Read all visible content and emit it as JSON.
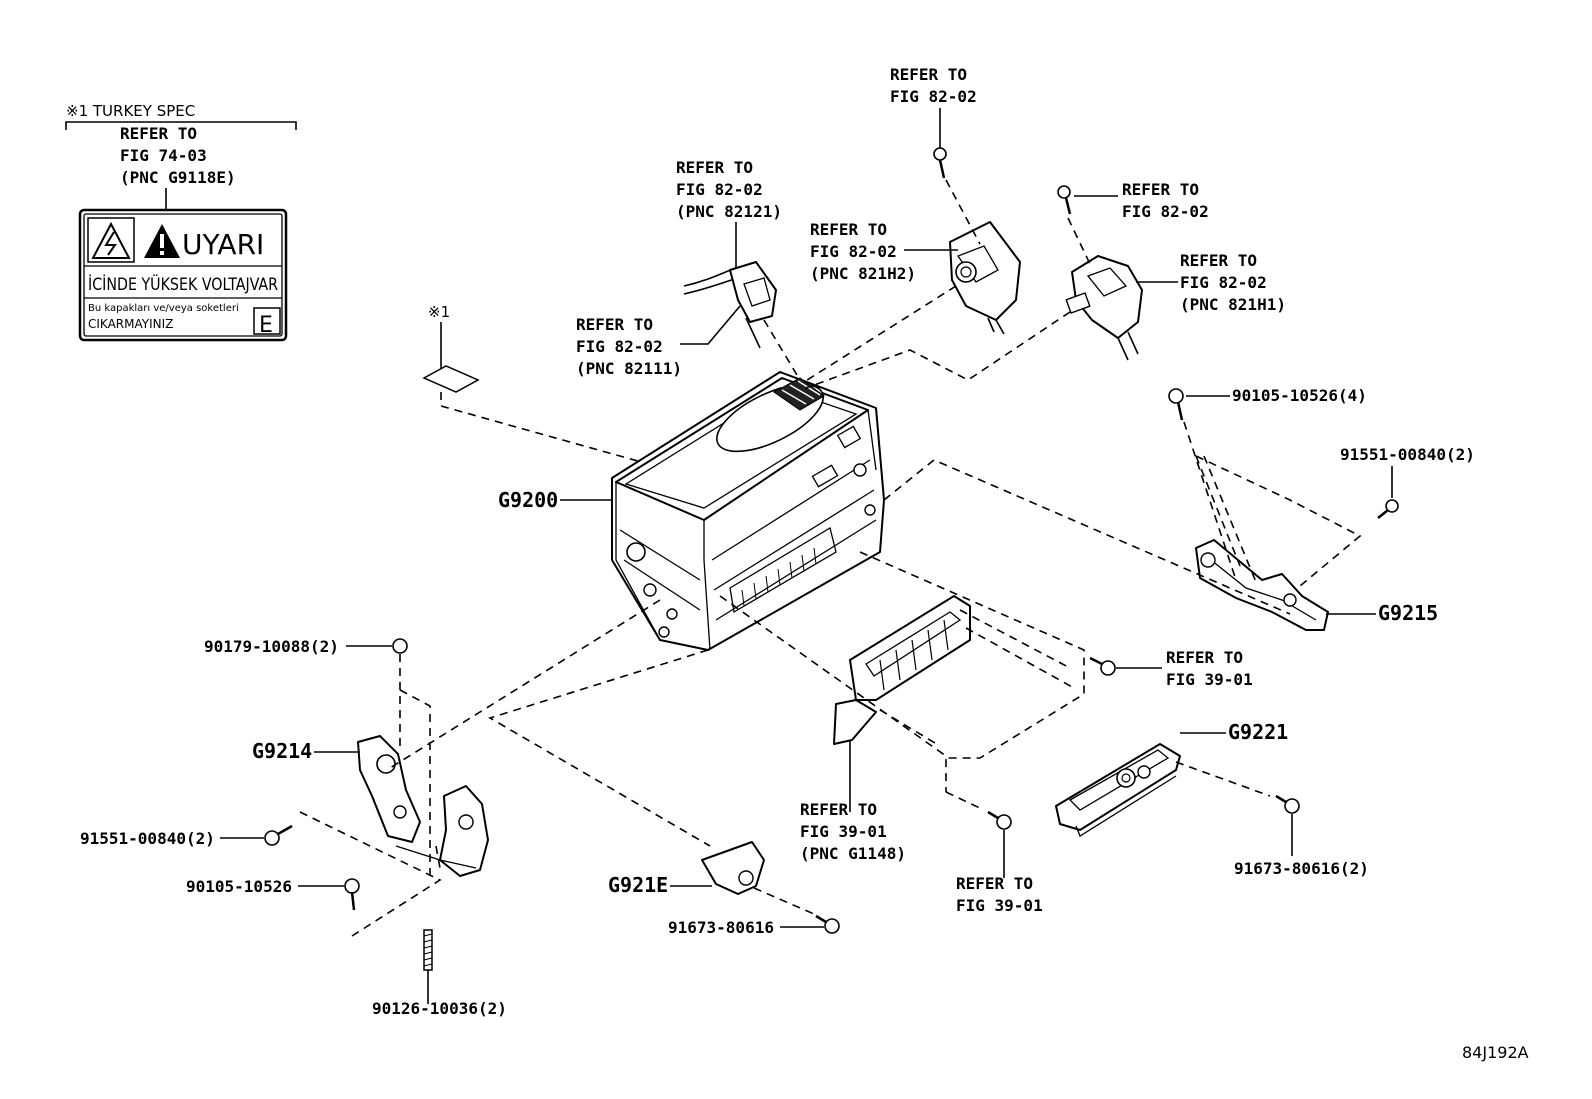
{
  "turkey_spec": {
    "header": "※1 TURKEY SPEC",
    "refer_lines": [
      "REFER TO",
      "FIG 74-03",
      "(PNC G9118E)"
    ]
  },
  "warning_label": {
    "title": "UYARI",
    "line1": "İCİNDE YÜKSEK VOLTAJVAR",
    "line2a": "Bu kapakları ve/veya soketleri",
    "line2b": "CIKARMAYINIZ",
    "corner": "E"
  },
  "marker_1": "※1",
  "callouts": {
    "fig82_02_top": [
      "REFER TO",
      "FIG 82-02"
    ],
    "pnc82121": [
      "REFER TO",
      "FIG 82-02",
      "(PNC 82121)"
    ],
    "pnc821h2": [
      "REFER TO",
      "FIG 82-02",
      "(PNC 821H2)"
    ],
    "fig82_02_right": [
      "REFER TO",
      "FIG 82-02"
    ],
    "pnc821h1": [
      "REFER TO",
      "FIG 82-02",
      "(PNC 821H1)"
    ],
    "pnc82111": [
      "REFER TO",
      "FIG 82-02",
      "(PNC 82111)"
    ],
    "fig39_01_right": [
      "REFER TO",
      "FIG 39-01"
    ],
    "pnc_g1148": [
      "REFER TO",
      "FIG 39-01",
      "(PNC G1148)"
    ],
    "fig39_01_bottom": [
      "REFER TO",
      "FIG 39-01"
    ]
  },
  "part_labels": {
    "g9200": "G9200",
    "g9215": "G9215",
    "g9214": "G9214",
    "g9221": "G9221",
    "g921e": "G921E"
  },
  "part_numbers": {
    "p90105_4": "90105-10526(4)",
    "p91551_right": "91551-00840(2)",
    "p90179": "90179-10088(2)",
    "p91551_left": "91551-00840(2)",
    "p90105": "90105-10526",
    "p90126": "90126-10036(2)",
    "p91673_single": "91673-80616",
    "p91673_2": "91673-80616(2)"
  },
  "diagram_code": "84J192A"
}
